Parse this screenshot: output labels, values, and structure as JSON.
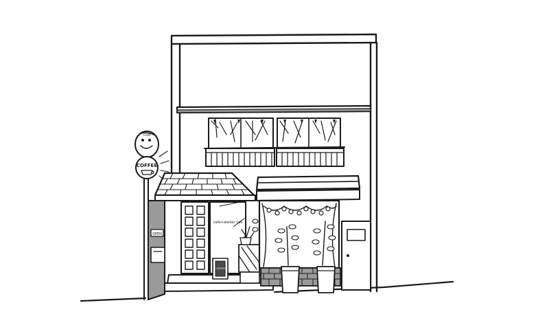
{
  "scene": {
    "subject": "",
    "style": "",
    "line_color": "#1a1a1a",
    "accent_gray": "#9a9a9a",
    "background": "#ffffff"
  },
  "shop_sign": {
    "window_text": "cafe+atelier coo"
  },
  "pole_sign": {
    "top_text": "coo",
    "bottom_text": "COFFEE"
  },
  "door_plate": {
    "text": "OPEN"
  },
  "menu_board": {
    "text": "COFFEE"
  }
}
